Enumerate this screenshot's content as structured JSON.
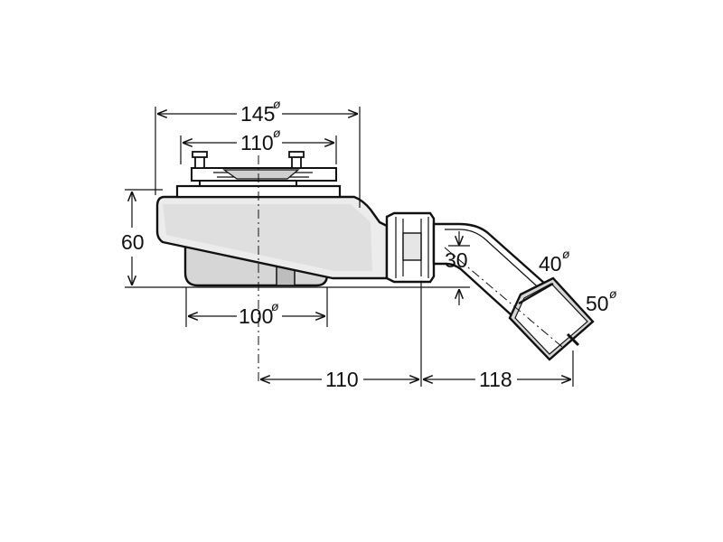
{
  "drawing": {
    "dims": {
      "outer_diameter": "145",
      "inner_diameter": "110",
      "bottom_diameter": "100",
      "height": "60",
      "offset_axis": "110",
      "outlet_length": "118",
      "outlet_height": "30",
      "pipe_small": "40",
      "pipe_large": "50"
    },
    "diameter_symbol": "ø"
  }
}
